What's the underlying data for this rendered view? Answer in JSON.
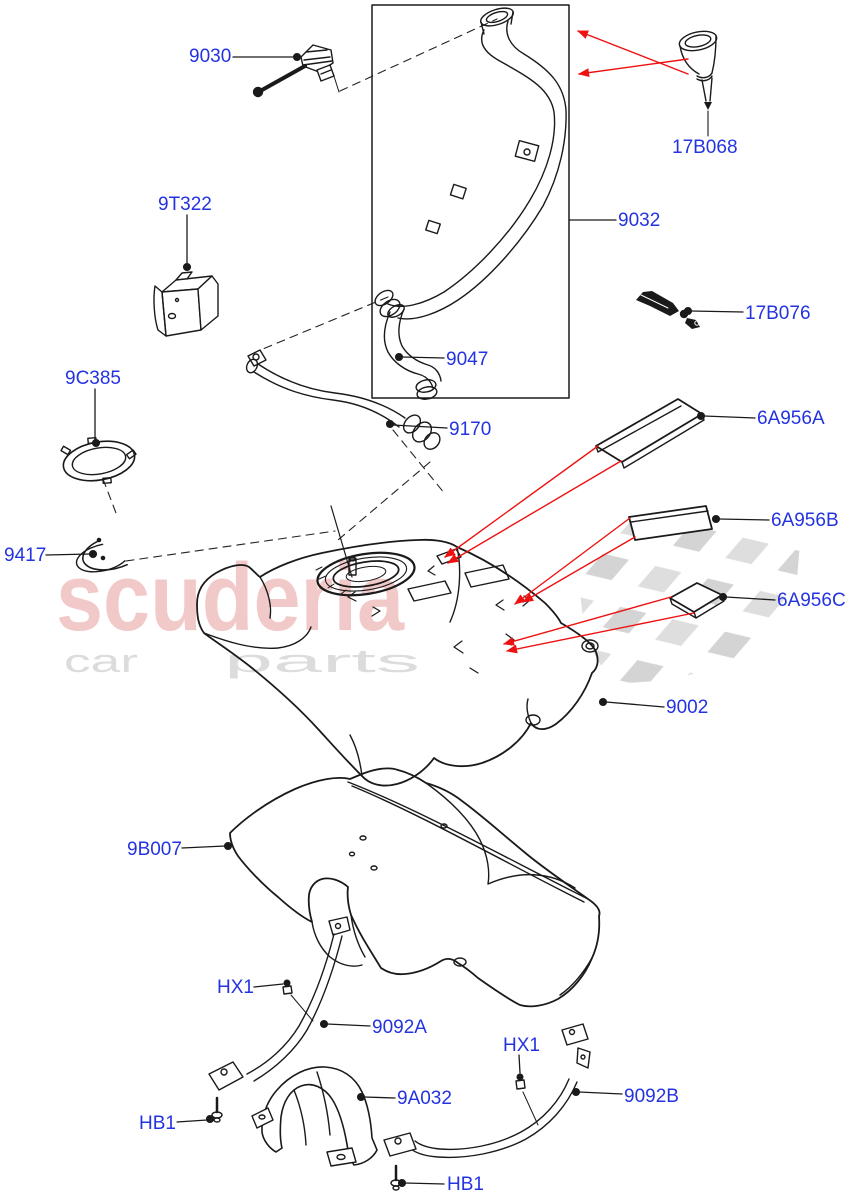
{
  "watermark": {
    "title": "scuderia",
    "subtitle_left": "car",
    "subtitle_right": "parts"
  },
  "colors": {
    "background": "#FFFFFF",
    "label_blue": "#2433E0",
    "arrow_red": "#EE1111",
    "line_black": "#1A1A1A",
    "watermark_pink": "#F0BCBC",
    "watermark_gray": "#DCDCDC",
    "flag_gray_light": "#D8D8D8",
    "flag_gray_dark": "#CCCCCC"
  },
  "part_labels": [
    {
      "id": "9030",
      "text": "9030"
    },
    {
      "id": "17B068",
      "text": "17B068"
    },
    {
      "id": "9T322",
      "text": "9T322"
    },
    {
      "id": "9032",
      "text": "9032"
    },
    {
      "id": "17B076",
      "text": "17B076"
    },
    {
      "id": "9C385",
      "text": "9C385"
    },
    {
      "id": "9047",
      "text": "9047"
    },
    {
      "id": "9170",
      "text": "9170"
    },
    {
      "id": "6A956A",
      "text": "6A956A"
    },
    {
      "id": "9417",
      "text": "9417"
    },
    {
      "id": "6A956B",
      "text": "6A956B"
    },
    {
      "id": "6A956C",
      "text": "6A956C"
    },
    {
      "id": "9002",
      "text": "9002"
    },
    {
      "id": "9B007",
      "text": "9B007"
    },
    {
      "id": "HX1",
      "text": "HX1"
    },
    {
      "id": "9092A",
      "text": "9092A"
    },
    {
      "id": "HX1",
      "text": "HX1"
    },
    {
      "id": "9A032",
      "text": "9A032"
    },
    {
      "id": "HB1",
      "text": "HB1"
    },
    {
      "id": "9092B",
      "text": "9092B"
    },
    {
      "id": "HB1",
      "text": "HB1"
    }
  ]
}
